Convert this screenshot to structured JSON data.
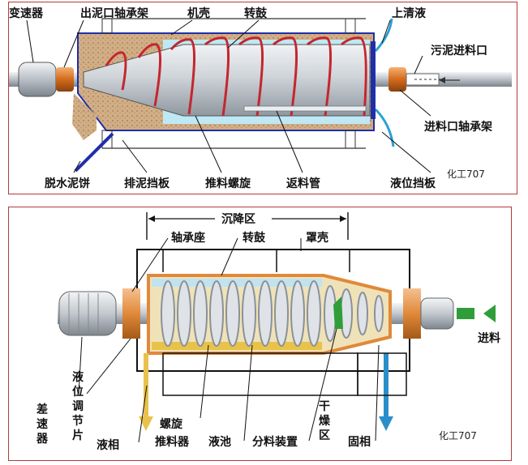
{
  "top_diagram": {
    "labels": {
      "gearbox": "变速器",
      "sludge_outlet_bearing": "出泥口轴承架",
      "casing": "机壳",
      "bowl": "转鼓",
      "supernatant": "上清液",
      "sludge_inlet": "污泥进料口",
      "inlet_bearing": "进料口轴承架",
      "dewatered_cake": "脱水泥饼",
      "discharge_baffle": "排泥挡板",
      "screw_conveyor": "推料螺旋",
      "return_pipe": "返料管",
      "level_baffle": "液位挡板"
    },
    "watermark": "化工707"
  },
  "bottom_diagram": {
    "labels": {
      "settling_zone": "沉降区",
      "bearing_seat": "轴承座",
      "bowl": "转鼓",
      "cover": "罩壳",
      "feed": "进料",
      "differential": [
        "差",
        "速",
        "器"
      ],
      "level_adjuster": [
        "液",
        "位",
        "调",
        "节",
        "片"
      ],
      "liquid_phase": "液相",
      "screw_pusher": [
        "螺旋",
        "推料器"
      ],
      "pool": "液池",
      "distributor": "分料装置",
      "dry_zone": [
        "干",
        "燥",
        "区"
      ],
      "solid_phase": "固相"
    },
    "watermark": "化工707"
  },
  "colors": {
    "border": "#b33a3a",
    "casing_blue": "#1f2fa8",
    "sludge": "#c9a47c",
    "water": "#bfe8f5",
    "bearing_orange": "#e07b2a",
    "bowl_gray": "#d8dde2",
    "feed_arrow_green": "#2f9e3a",
    "liquid_yellow": "#e8c24a",
    "solid_blue": "#2a8fc9"
  }
}
